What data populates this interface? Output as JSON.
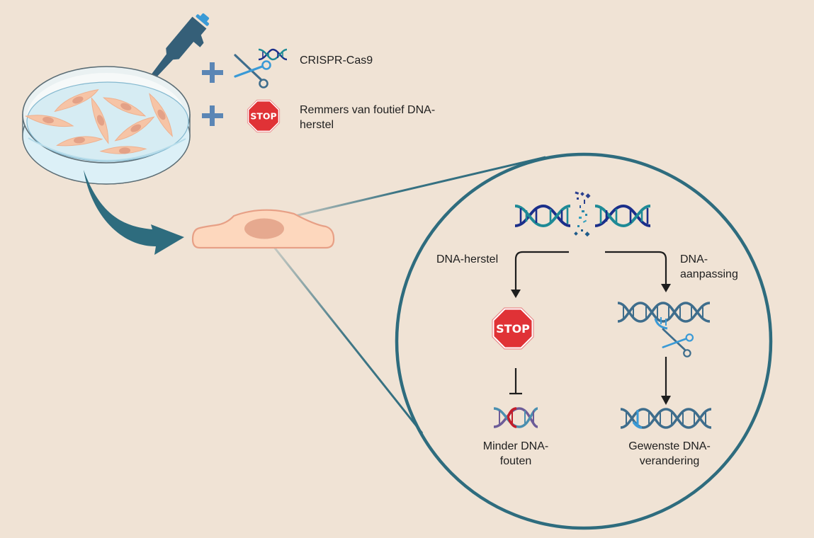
{
  "diagram": {
    "title": "CRISPR-Cas9 met remmers van foutief DNA-herstel",
    "colors": {
      "background": "#f0e3d5",
      "teal_dark": "#2e6c7e",
      "pipette": "#355f78",
      "accent_blue": "#3a9ad6",
      "plus": "#5b86b5",
      "stop_red": "#e03236",
      "cell_fill": "#fdd7bd",
      "cell_outline": "#e7a086",
      "nucleus": "#e6a98f",
      "dish_fill": "#d9eef5",
      "dna_navy": "#1b2f8a",
      "dna_teal": "#1e8a96",
      "dna_steel": "#3e6d8c",
      "arrow_black": "#1e1e1e",
      "error_red": "#c21d2a"
    },
    "inputs": [
      {
        "id": "crispr",
        "operator": "+",
        "icon": "scissors-dna-icon",
        "label": "CRISPR-Cas9"
      },
      {
        "id": "inhibitors",
        "operator": "+",
        "icon": "stop-sign-icon",
        "label_lines": [
          "Remmers van foutief DNA-",
          "herstel"
        ]
      }
    ],
    "stop_text": "STOP",
    "zoom_view": {
      "top_icon": "broken-dna-icon",
      "branches": [
        {
          "label": "DNA-herstel",
          "step_icon": "stop-sign-icon",
          "connector": "inhibition",
          "result_icon": "dna-with-error-icon",
          "result_lines": [
            "Minder DNA-",
            "fouten"
          ]
        },
        {
          "label_lines": [
            "DNA-",
            "aanpassing"
          ],
          "step_icon": "dna-cut-scissors-icon",
          "connector": "arrow",
          "result_icon": "edited-dna-icon",
          "result_lines": [
            "Gewenste DNA-",
            "verandering"
          ]
        }
      ]
    }
  }
}
